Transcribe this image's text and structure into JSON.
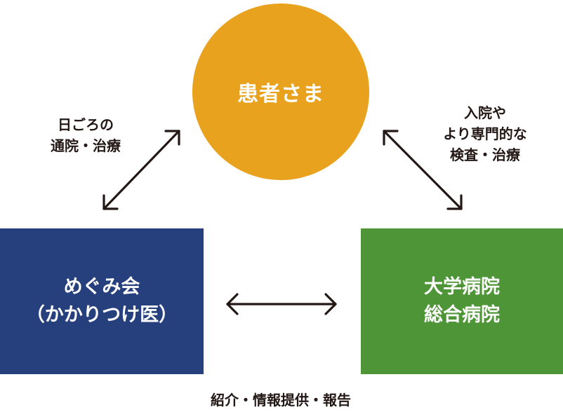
{
  "colors": {
    "patient": "#E8A21E",
    "clinic": "#26407E",
    "hospital": "#4E9537",
    "arrow": "#231815"
  },
  "nodes": {
    "patient": {
      "label": "患者さま"
    },
    "clinic": {
      "line1": "めぐみ会",
      "line2": "（かかりつけ医）"
    },
    "hospital": {
      "line1": "大学病院",
      "line2": "総合病院"
    }
  },
  "edges": {
    "patient_clinic": {
      "line1": "日ごろの",
      "line2": "通院・治療"
    },
    "patient_hospital": {
      "line1": "入院や",
      "line2": "より専門的な",
      "line3": "検査・治療"
    },
    "clinic_hospital": {
      "label": "紹介・情報提供・報告"
    }
  }
}
